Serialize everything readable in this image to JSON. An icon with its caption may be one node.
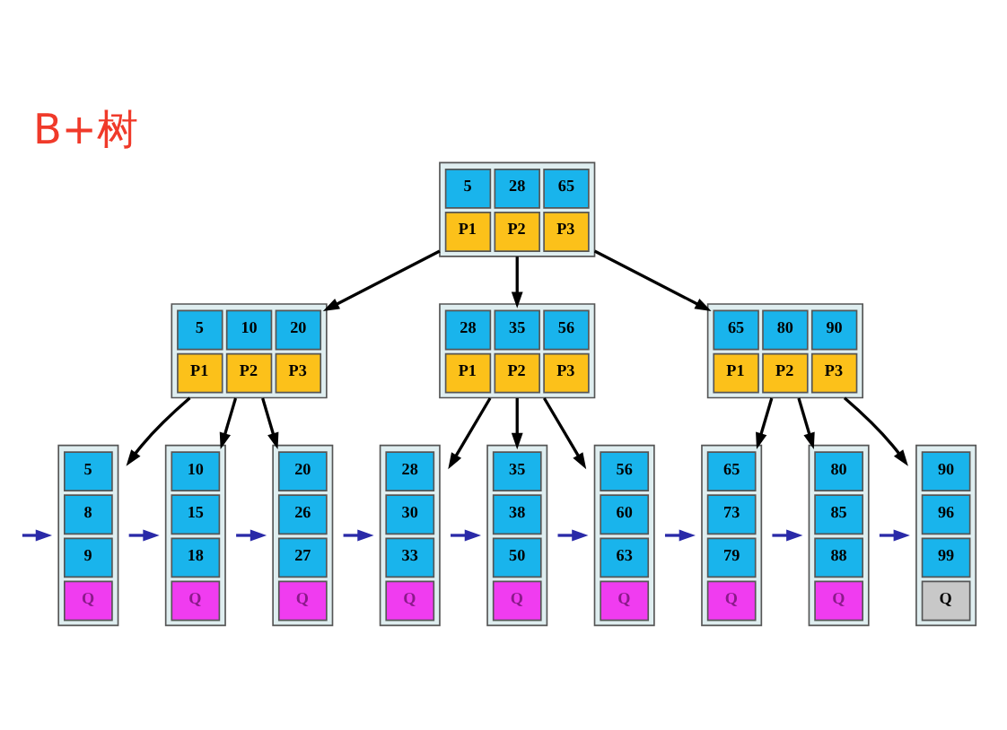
{
  "diagram": {
    "title": "B+树",
    "nodes": [
      {
        "text": [
          "5",
          "28",
          "65",
          "P1",
          "P2",
          "P3"
        ]
      },
      {
        "text": [
          "5",
          "10",
          "20",
          "P1",
          "P2",
          "P3"
        ]
      },
      {
        "text": [
          "28",
          "35",
          "56",
          "P1",
          "P2",
          "P3"
        ]
      },
      {
        "text": [
          "65",
          "80",
          "90",
          "P1",
          "P2",
          "P3"
        ]
      },
      {
        "text": [
          "5",
          "8",
          "9",
          "Q"
        ]
      },
      {
        "text": [
          "10",
          "15",
          "18",
          "Q"
        ]
      },
      {
        "text": [
          "20",
          "26",
          "27",
          "Q"
        ]
      },
      {
        "text": [
          "28",
          "30",
          "33",
          "Q"
        ]
      },
      {
        "text": [
          "35",
          "38",
          "50",
          "Q"
        ]
      },
      {
        "text": [
          "56",
          "60",
          "63",
          "Q"
        ]
      },
      {
        "text": [
          "65",
          "73",
          "79",
          "Q"
        ]
      },
      {
        "text": [
          "80",
          "85",
          "88",
          "Q"
        ]
      },
      {
        "text": [
          "90",
          "96",
          "99",
          "Q"
        ]
      }
    ],
    "edges": [
      {
        "from": 0,
        "to": 1,
        "arrow": "to"
      },
      {
        "from": 0,
        "to": 2,
        "arrow": "to"
      },
      {
        "from": 0,
        "to": 3,
        "arrow": "to"
      },
      {
        "from": 1,
        "to": 4,
        "arrow": "to"
      },
      {
        "from": 1,
        "to": 5,
        "arrow": "to"
      },
      {
        "from": 1,
        "to": 6,
        "arrow": "to"
      },
      {
        "from": 2,
        "to": 7,
        "arrow": "to"
      },
      {
        "from": 2,
        "to": 8,
        "arrow": "to"
      },
      {
        "from": 2,
        "to": 9,
        "arrow": "to"
      },
      {
        "from": 3,
        "to": 10,
        "arrow": "to"
      },
      {
        "from": 3,
        "to": 11,
        "arrow": "to"
      },
      {
        "from": 3,
        "to": 12,
        "arrow": "to"
      },
      {
        "from": null,
        "to": 4,
        "arrow": "to",
        "color": "#2a2aa8"
      },
      {
        "from": 4,
        "to": 5,
        "arrow": "to",
        "color": "#2a2aa8"
      },
      {
        "from": 5,
        "to": 6,
        "arrow": "to",
        "color": "#2a2aa8"
      },
      {
        "from": 6,
        "to": 7,
        "arrow": "to",
        "color": "#2a2aa8"
      },
      {
        "from": 7,
        "to": 8,
        "arrow": "to",
        "color": "#2a2aa8"
      },
      {
        "from": 8,
        "to": 9,
        "arrow": "to",
        "color": "#2a2aa8"
      },
      {
        "from": 9,
        "to": 10,
        "arrow": "to",
        "color": "#2a2aa8"
      },
      {
        "from": 10,
        "to": 11,
        "arrow": "to",
        "color": "#2a2aa8"
      },
      {
        "from": 11,
        "to": 12,
        "arrow": "to",
        "color": "#2a2aa8"
      }
    ]
  }
}
